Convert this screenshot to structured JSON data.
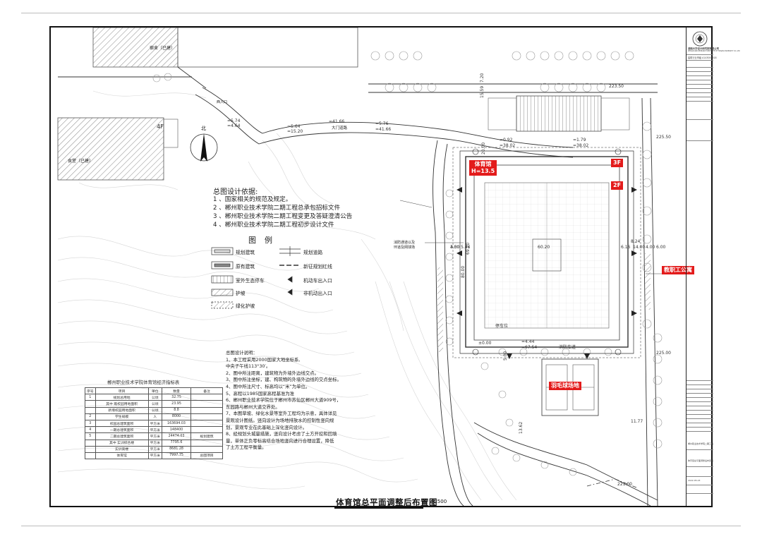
{
  "labels": {
    "existing_top": "宿舍（已建）",
    "existing_left": "食堂（已建）",
    "floor_4f": "4F",
    "north": "北",
    "road": "大门道路",
    "west_entry": "西入口",
    "entry_note_1": "消防通道以及",
    "entry_note_2": "环道及网球场"
  },
  "tags": {
    "gym": "体育馆",
    "gym_height": "H=13.5",
    "f3": "3F",
    "f2": "2F",
    "staff": "教职工公寓",
    "badminton": "羽毛球场地"
  },
  "dims": {
    "d1": "3.50",
    "d2": "4.00",
    "d3": "5.44",
    "d4": "69.20",
    "d5": "60.20",
    "d6": "6.16",
    "d7": "14.00",
    "d8": "6.00",
    "d9": "4.00",
    "d10": "8.24",
    "d11": "80.00",
    "d12": "±0.00",
    "d13": "20.00",
    "d14": "15.59",
    "d15": "7.20",
    "d16": "5.00",
    "d17": "11.77",
    "d18": "13.62",
    "lev1": "=5.76",
    "lev2": "=41.66",
    "lev3": "=0.92",
    "lev4": "=38.02",
    "lev5": "=1.79",
    "lev6": "=38.02",
    "lev7": "=4.44",
    "lev8": "=67.54",
    "lev9": "=5.64",
    "lev10": "=15.20",
    "lev11": "=5.74",
    "lev12": "=4.64",
    "lev13": "=41.66",
    "elev1": "223.50",
    "elev2": "225.50",
    "elev3": "225.00",
    "elev4": "221.00",
    "park": "停车位",
    "fire": "消防车道"
  },
  "notes": {
    "title": "总图设计依据:",
    "items": [
      "1 、国家相关的规范及规定。",
      "2 、郴州职业技术学院二期工程总承包招标文件",
      "3 、郴州职业技术学院二期工程变更及答疑澄清公告",
      "4 、郴州职业技术学院二期工程初步设计文件"
    ]
  },
  "legend": {
    "title": "图例",
    "items": [
      "规划建筑",
      "规划道路",
      "原有建筑",
      "新征规划红线",
      "室外生态停车",
      "机动车出入口",
      "护坡",
      "非机动出入口",
      "绿化护坡"
    ]
  },
  "explanation": {
    "title": "总图设计说明：",
    "lines": [
      "1、本工程采用2000国家大地坐标系,",
      "中央子午线113°30′。",
      "2、图中所注距离，建筑物为外墙外边线交点。",
      "3、图中所注坐标，建、构筑物的外墙外边线的交点坐标。",
      "4、图中所注尺寸、标高均以“米”为单位。",
      "5、高程以1985国家高程基准为准",
      "6、郴州职业技术学院位于郴州市苏仙区郴州大道909号，",
      "东园路与郴州大道交界处。",
      "7、本图草坡、绿化水景等室外工程均为示意，具体详见",
      "景观设计图纸。竖向设计为场地排放水的控制性竖向规",
      "划，景观专业在此基础上深化竖向设计。",
      "8、经规划头城量措施，竖向设计考虑了土方开挖和回填",
      "量，单体正负零标高结合场地竖向进行合理设置，降低",
      "了土方工程平衡量。"
    ]
  },
  "table": {
    "caption": "郴州职业技术学院体育馆经济指标表",
    "header": [
      "序号",
      "项目",
      "单位",
      "数量",
      "备注"
    ],
    "rows": [
      [
        "1",
        "规划总用地",
        "公顷",
        "32.75",
        ""
      ],
      [
        "",
        "其中 既校园用地面积",
        "公顷",
        "23.95",
        ""
      ],
      [
        "",
        "新增校园用地面积",
        "公顷",
        "8.8",
        ""
      ],
      [
        "2",
        "学生规模",
        "人",
        "8000",
        ""
      ],
      [
        "3",
        "校园总建筑面积",
        "平方米",
        "163694.03",
        ""
      ],
      [
        "4",
        "一期总建筑面积",
        "平方米",
        "148400",
        ""
      ],
      [
        "5",
        "二期总建筑面积",
        "平方米",
        "24474.03",
        "规划建筑"
      ],
      [
        "",
        "其中 实训综合楼",
        "平方米",
        "7795.6",
        ""
      ],
      [
        "",
        "实训高楼",
        "平方米",
        "8681.28",
        ""
      ],
      [
        "",
        "体育馆",
        "平方米",
        "7997.75",
        "总图项目"
      ]
    ]
  },
  "titleblock": {
    "company": "湖南大学设计研究院有限公司",
    "company_en": "DESIGN AND RESEARCH INSTITUTE OF HUNAN UNIVERSITY CO.,LTD",
    "cert": "建筑行业甲级 A143006618",
    "project": "郴州职业技术学院二期工程",
    "drawing": "体育馆总平面调整后布置图",
    "date": "2022-05-03"
  },
  "title": {
    "main": "体育馆总平面调整后布置图",
    "scale": "1:500"
  }
}
